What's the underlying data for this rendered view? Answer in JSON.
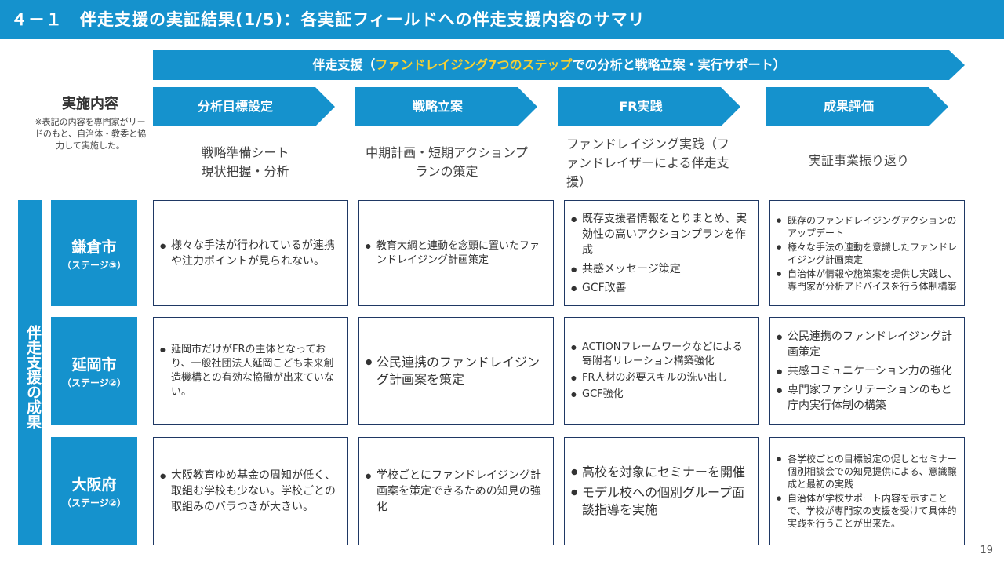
{
  "header": {
    "title": "４－１　伴走支援の実証結果(1/5)：各実証フィールドへの伴走支援内容のサマリ"
  },
  "banner": {
    "prefix": "伴走支援（",
    "highlight": "ファンドレイジング7つのステップ",
    "suffix": "での分析と戦略立案・実行サポート）"
  },
  "impl": {
    "title": "実施内容",
    "note": "※表記の内容を専門家がリードのもと、自治体・教委と協力して実施した。"
  },
  "phases": [
    {
      "label": "分析目標設定",
      "desc": "戦略準備シート\n現状把握・分析"
    },
    {
      "label": "戦略立案",
      "desc": "中期計画・短期アクションプランの策定"
    },
    {
      "label": "FR実践",
      "desc": "ファンドレイジング実践（ファンドレイザーによる伴走支援）"
    },
    {
      "label": "成果評価",
      "desc": "実証事業振り返り"
    }
  ],
  "results_label": "伴走支援の成果",
  "rows": [
    {
      "city": "鎌倉市",
      "stage": "（ステージ③）",
      "cells": [
        [
          "様々な手法が行われているが連携や注力ポイントが見られない。"
        ],
        [
          "教育大綱と連動を念頭に置いたファンドレイジング計画策定"
        ],
        [
          "既存支援者情報をとりまとめ、実効性の高いアクションプランを作成",
          "共感メッセージ策定",
          "GCF改善"
        ],
        [
          "既存のファンドレイジングアクションのアップデート",
          "様々な手法の連動を意識したファンドレイジング計画策定",
          "自治体が情報や施策案を提供し実践し、専門家が分析アドバイスを行う体制構築"
        ]
      ]
    },
    {
      "city": "延岡市",
      "stage": "（ステージ②）",
      "cells": [
        [
          "延岡市だけがFRの主体となっており、一般社団法人延岡こども未来創造機構との有効な協働が出来ていない。"
        ],
        [
          "公民連携のファンドレイジング計画案を策定"
        ],
        [
          "ACTIONフレームワークなどによる寄附者リレーション構築強化",
          "FR人材の必要スキルの洗い出し",
          "GCF強化"
        ],
        [
          "公民連携のファンドレイジング計画策定",
          "共感コミュニケーション力の強化",
          "専門家ファシリテーションのもと庁内実行体制の構築"
        ]
      ]
    },
    {
      "city": "大阪府",
      "stage": "（ステージ②）",
      "cells": [
        [
          "大阪教育ゆめ基金の周知が低く、取組む学校も少ない。学校ごとの取組みのバラつきが大きい。"
        ],
        [
          "学校ごとにファンドレイジング計画案を策定できるための知見の強化"
        ],
        [
          "高校を対象にセミナーを開催",
          "モデル校への個別グループ面談指導を実施"
        ],
        [
          "各学校ごとの目標設定の促しとセミナー個別相談会での知見提供による、意識醸成と最初の実践",
          "自治体が学校サポート内容を示すことで、学校が専門家の支援を受けて具体的実践を行うことが出来た。"
        ]
      ]
    }
  ],
  "page_number": "19",
  "colors": {
    "primary": "#1592cd",
    "highlight": "#f6d033",
    "border": "#1f3864"
  }
}
